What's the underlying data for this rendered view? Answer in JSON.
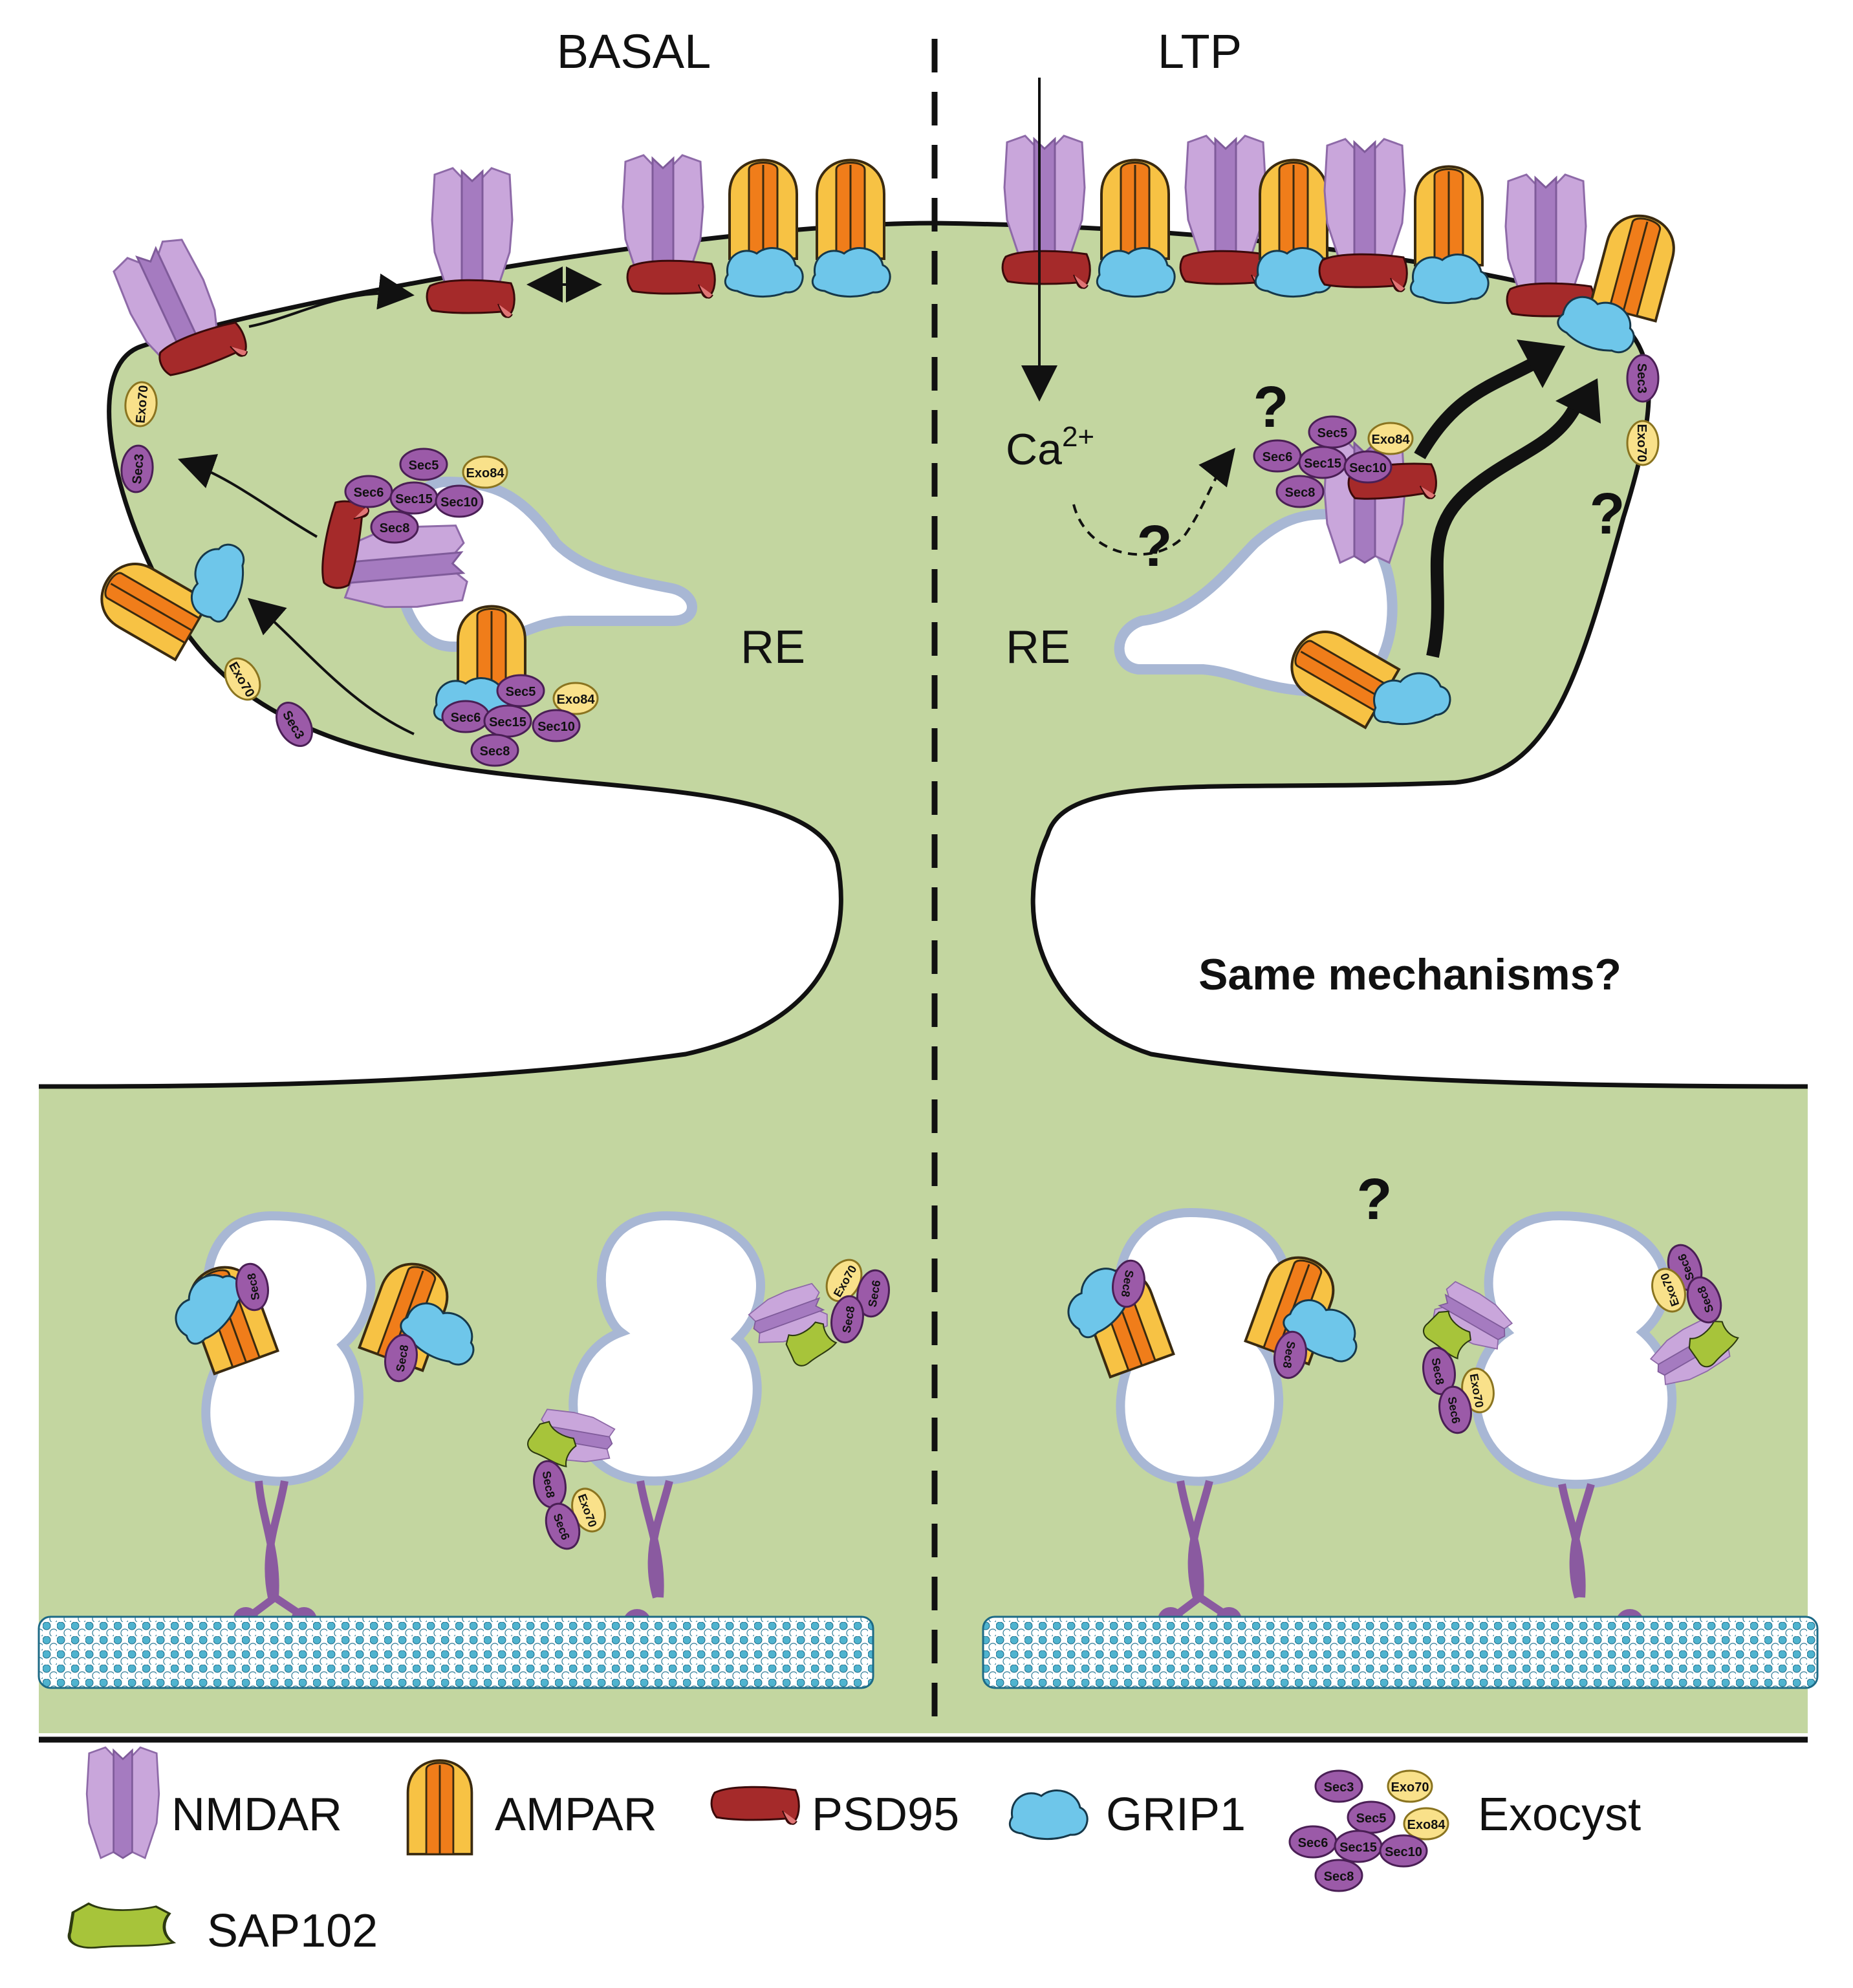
{
  "panels": {
    "basal": "BASAL",
    "ltp": "LTP"
  },
  "compartments": {
    "re_left": "RE",
    "re_right": "RE"
  },
  "ion": {
    "base": "Ca",
    "sup": "2+"
  },
  "question": "Same mechanisms?",
  "qmark": "?",
  "subunits": {
    "sec3": "Sec3",
    "sec5": "Sec5",
    "sec6": "Sec6",
    "sec8": "Sec8",
    "sec10": "Sec10",
    "sec15": "Sec15",
    "exo70": "Exo70",
    "exo84": "Exo84"
  },
  "legend": {
    "nmdar": "NMDAR",
    "ampar": "AMPAR",
    "psd95": "PSD95",
    "grip1": "GRIP1",
    "exocyst": "Exocyst",
    "sap102": "SAP102"
  },
  "colors": {
    "cytoplasm": "#c3d6a0",
    "nmdar": "#c9a6db",
    "ampar_orange": "#f07d1a",
    "ampar_yellow": "#f7c244",
    "psd95": "#a52a2a",
    "grip1": "#6ec6ea",
    "sap102": "#a7c43a",
    "sec_purple": "#9b5aa8",
    "exo_yellow": "#f9e18a",
    "vesicle_membrane": "#a8b7d4",
    "microtubule": "#4fb3cf",
    "motor": "#8a5aa0"
  }
}
